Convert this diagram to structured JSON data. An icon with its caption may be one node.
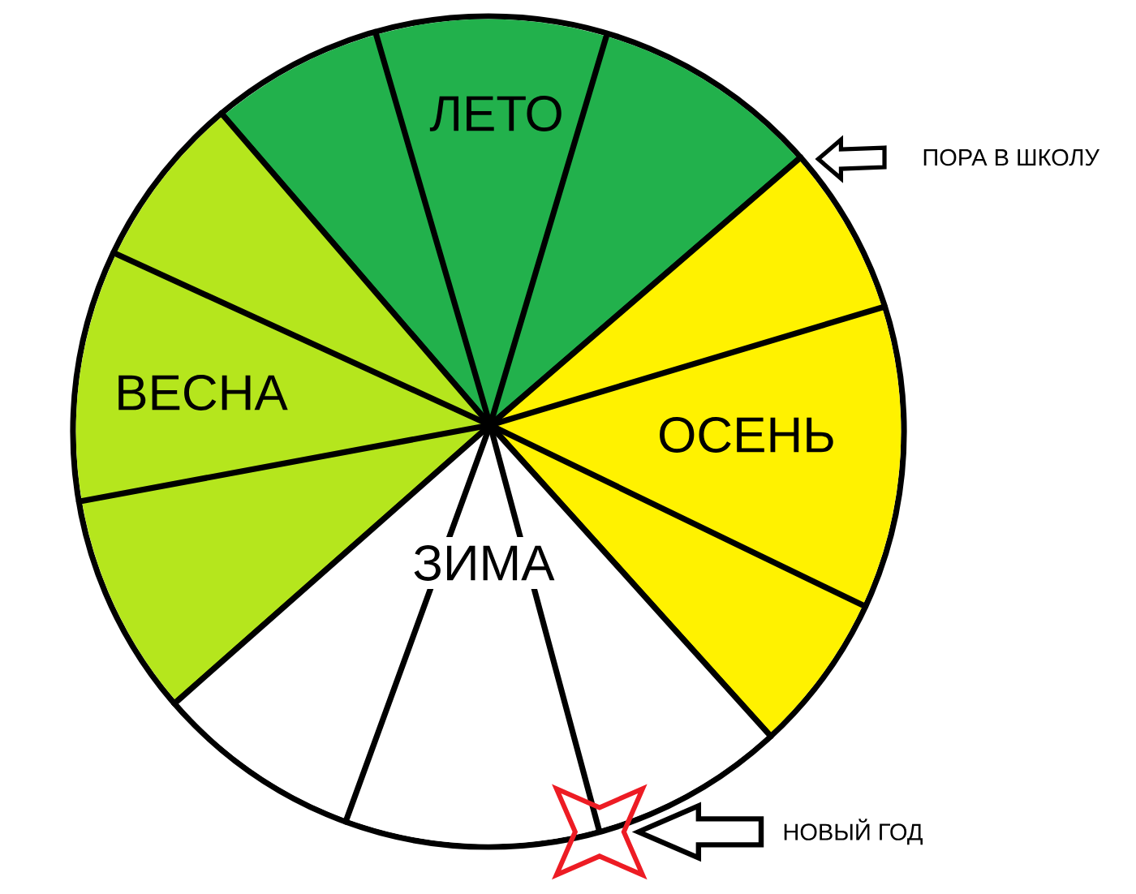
{
  "diagram": {
    "nodes": [
      {
        "text": [],
        "shape": "circle"
      },
      {
        "text": [
          "ЛЕТО"
        ],
        "in": 0
      },
      {
        "text": [
          "ПОРА В ШКОЛУ"
        ]
      },
      {
        "text": [
          "ВЕСНА"
        ],
        "in": 0
      },
      {
        "text": [
          "ОСЕНЬ"
        ],
        "in": 0
      },
      {
        "text": [
          "ЗИМА"
        ],
        "in": 0
      },
      {
        "text": [],
        "shape": "star"
      },
      {
        "text": [
          "НОВЫЙ ГОД"
        ]
      }
    ],
    "edges": [
      {
        "from": 2,
        "to": 0,
        "arrow": "to"
      },
      {
        "from": 7,
        "to": 6,
        "arrow": "to"
      }
    ]
  }
}
